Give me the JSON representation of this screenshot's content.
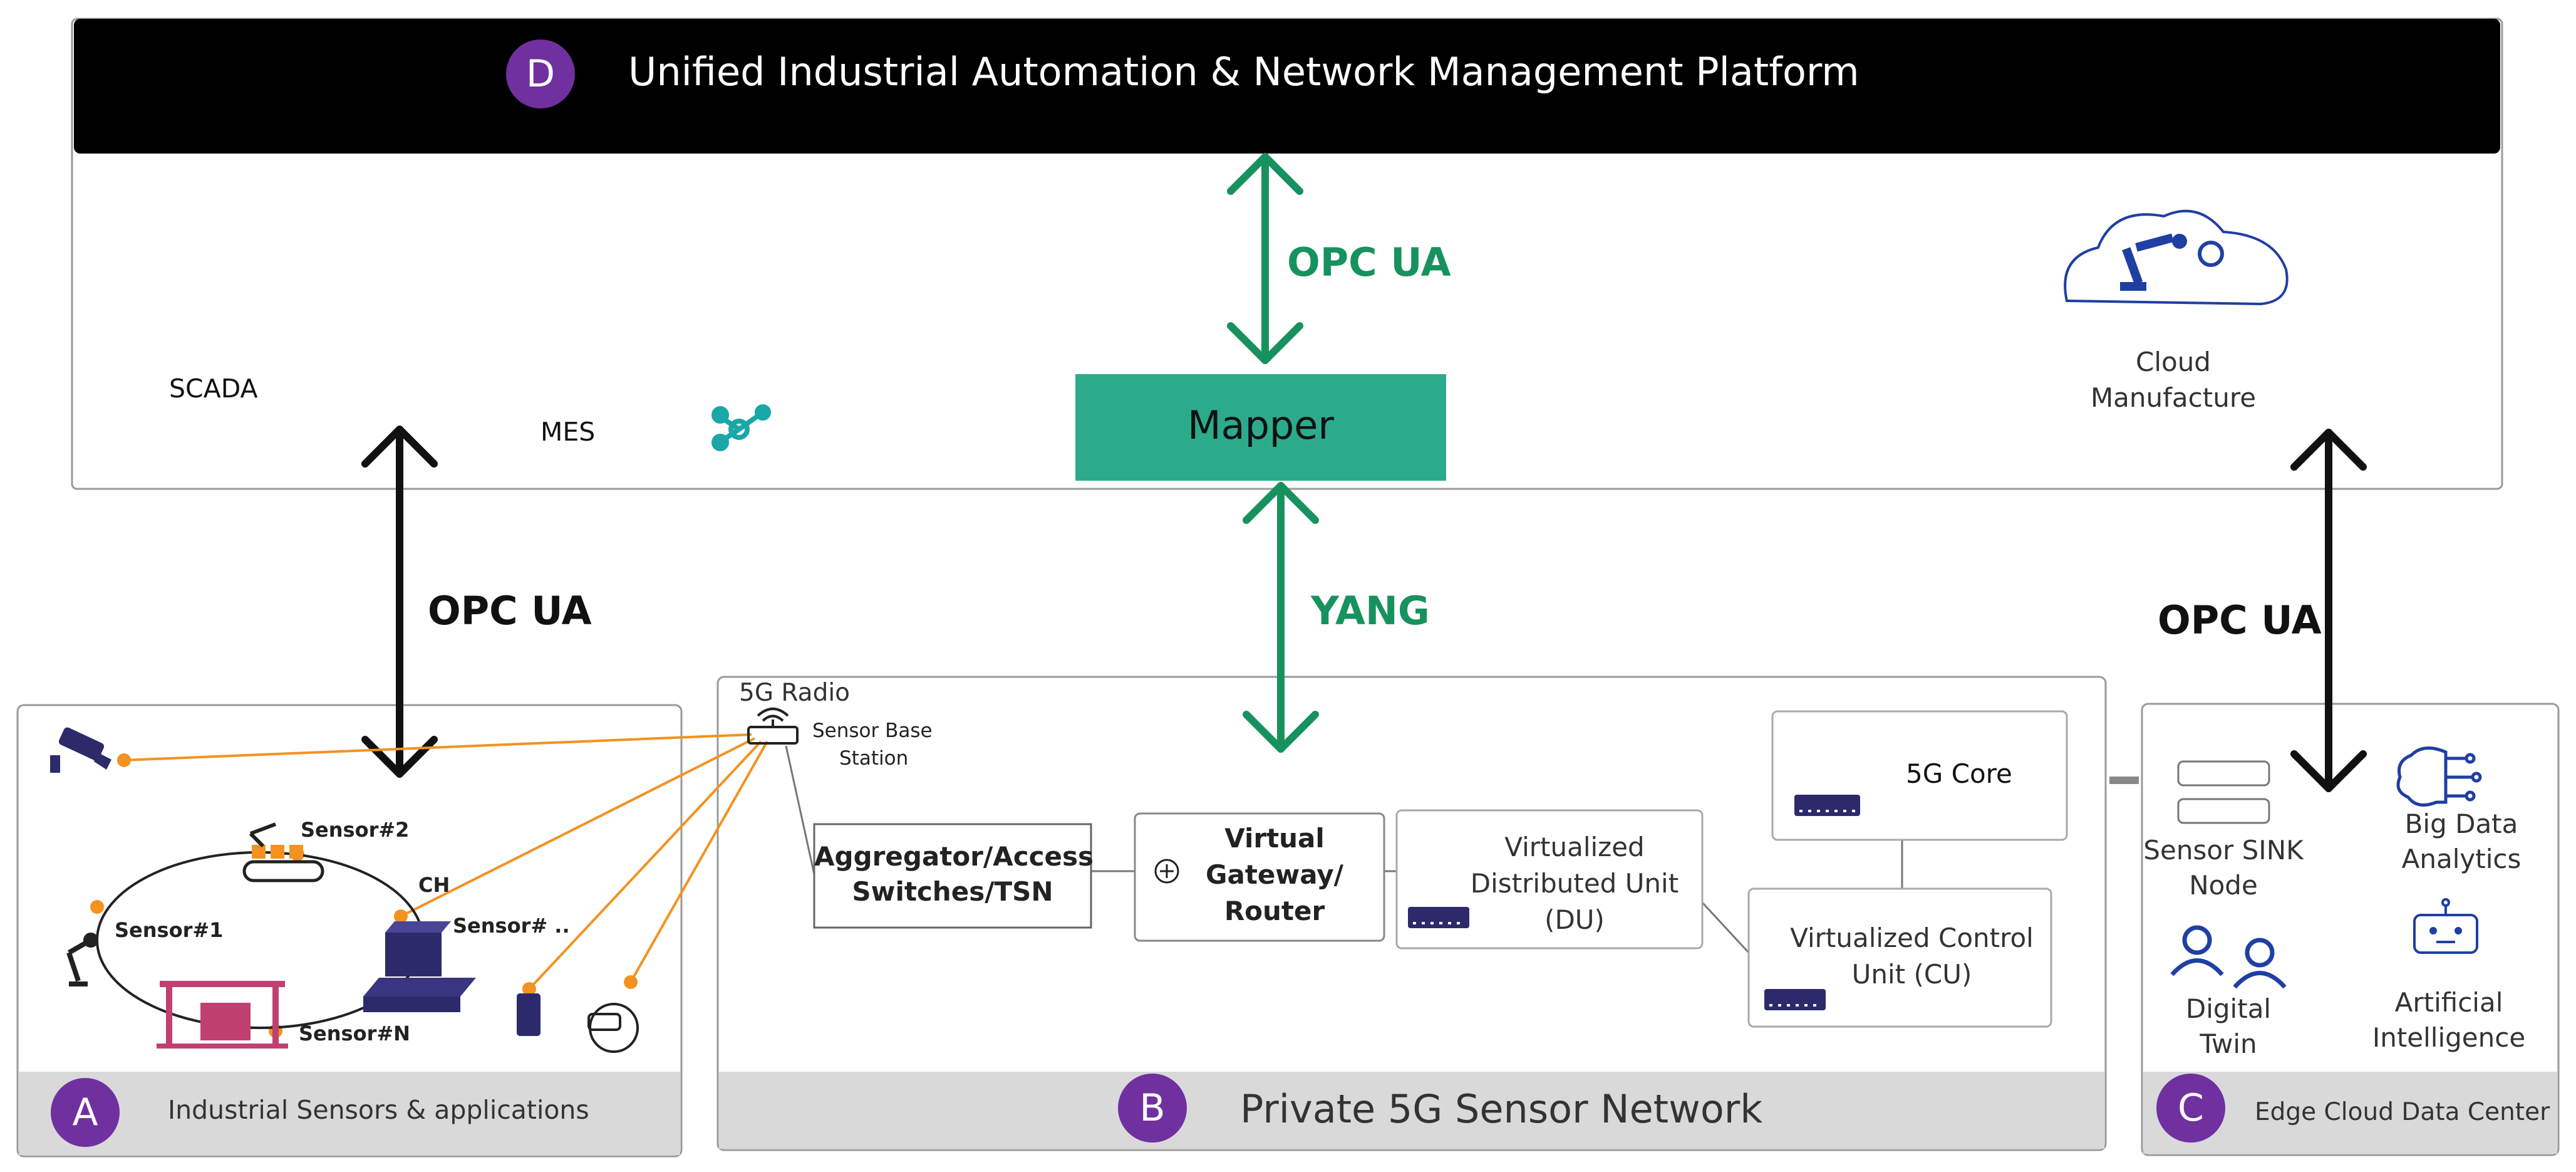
{
  "platform": {
    "badge": "D",
    "title": "Unified Industrial Automation & Network Management  Platform",
    "scada": "SCADA",
    "mes": "MES",
    "mapper": "Mapper",
    "cloud_line1": "Cloud",
    "cloud_line2": "Manufacture"
  },
  "arrows": {
    "top_center": "OPC UA",
    "left": "OPC UA",
    "center": "YANG",
    "right": "OPC UA"
  },
  "panel_a": {
    "badge": "A",
    "footer": "Industrial Sensors & applications",
    "sensor1": "Sensor#1",
    "sensor2": "Sensor#2",
    "sensor_dots": "Sensor# ..",
    "sensorN": "Sensor#N",
    "ch": "CH"
  },
  "panel_b": {
    "badge": "B",
    "footer": "Private 5G Sensor Network",
    "radio_label": "5G  Radio",
    "base_station_line1": "Sensor Base",
    "base_station_line2": "Station",
    "aggregator_line1": "Aggregator/Access",
    "aggregator_line2": "Switches/TSN",
    "gateway_line1": "Virtual",
    "gateway_line2": "Gateway/",
    "gateway_line3": "Router",
    "du_line1": "Virtualized",
    "du_line2": "Distributed Unit",
    "du_line3": "(DU)",
    "core": "5G Core",
    "cu_line1": "Virtualized Control",
    "cu_line2": "Unit (CU)"
  },
  "panel_c": {
    "badge": "C",
    "footer": "Edge Cloud Data Center",
    "sink_line1": "Sensor SINK",
    "sink_line2": "Node",
    "bigdata_line1": "Big Data",
    "bigdata_line2": "Analytics",
    "twin_line1": "Digital",
    "twin_line2": "Twin",
    "ai_line1": "Artificial",
    "ai_line2": "Intelligence"
  },
  "colors": {
    "badge": "#7030a0",
    "mapper": "#2bab8c",
    "green_arrow": "#17925e",
    "orange_link": "#f39220",
    "device": "#2d2a6b",
    "icon_blue": "#1f3fa3",
    "teal_icon": "#1aa7a7"
  }
}
